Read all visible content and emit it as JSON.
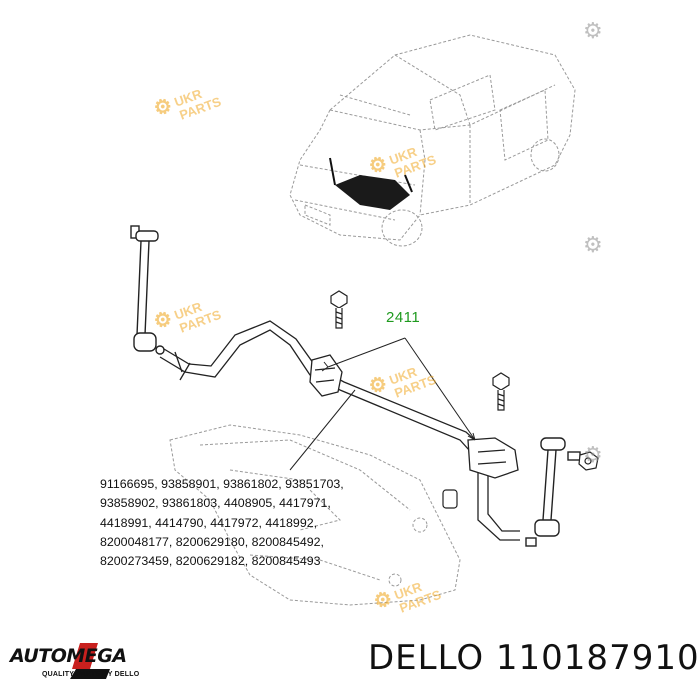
{
  "diagram": {
    "callout_number": "2411",
    "part_numbers": [
      "91166695, 93858901, 93861802, 93851703,",
      "93858902, 93861803, 4408905, 4417971,",
      "4418991, 4414790, 4417972, 4418992,",
      "8200048177, 8200629180, 8200845492,",
      "8200273459, 8200629182, 8200845493"
    ]
  },
  "watermark": {
    "line1": "UKR",
    "line2": "PARTS",
    "icon": "gear-icon",
    "color": "#f0aa28"
  },
  "logo": {
    "brand": "AUTOMEGA",
    "tagline": "QUALITY PARTS BY DELLO"
  },
  "footer": {
    "product": "DELLO 110187910"
  }
}
